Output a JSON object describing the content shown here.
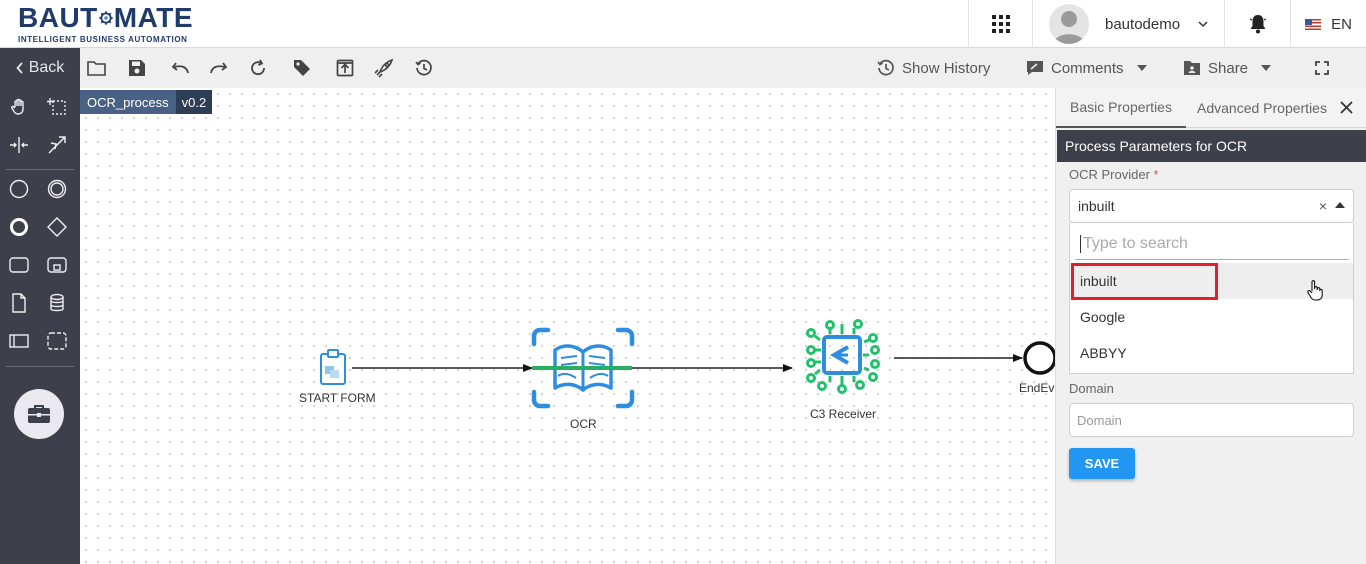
{
  "brand": {
    "name_part1": "BAUT",
    "name_part2": "MATE",
    "tagline": "INTELLIGENT BUSINESS AUTOMATION",
    "color": "#1f3b6b"
  },
  "header": {
    "apps_icon": "grid-icon",
    "username": "bautodemo",
    "notification_icon": "bell-icon",
    "language": "EN"
  },
  "leftbar": {
    "back_label": "Back",
    "tools": [
      "hand-tool",
      "lasso-select",
      "space-tool",
      "connect-tool",
      "start-event",
      "intermediate-event",
      "end-event",
      "gateway",
      "task",
      "subprocess",
      "data-object",
      "data-store",
      "pool",
      "group"
    ],
    "toolbox_icon": "briefcase-icon"
  },
  "toolbar": {
    "icons": [
      "folder-open",
      "save",
      "undo",
      "redo",
      "refresh",
      "tag",
      "upload",
      "deploy-rocket",
      "history-clock"
    ],
    "show_history": "Show History",
    "comments": "Comments",
    "share": "Share",
    "fullscreen_icon": "fullscreen-icon"
  },
  "canvas": {
    "process_name": "OCR_process",
    "version": "v0.2",
    "nodes": [
      {
        "id": "start",
        "label": "START FORM"
      },
      {
        "id": "ocr",
        "label": "OCR"
      },
      {
        "id": "c3",
        "label": "C3 Receiver"
      },
      {
        "id": "end",
        "label": "EndEvent"
      }
    ]
  },
  "panel": {
    "tabs": [
      "Basic Properties",
      "Advanced Properties"
    ],
    "active_tab": 0,
    "section_title": "Process Parameters for OCR",
    "ocr_provider_label": "OCR Provider",
    "required_mark": "*",
    "ocr_provider_value": "inbuilt",
    "clear_symbol": "×",
    "search_placeholder": "Type to search",
    "options": [
      "inbuilt",
      "Google",
      "ABBYY"
    ],
    "highlighted_option": 0,
    "domain_label": "Domain",
    "domain_placeholder": "Domain",
    "save_label": "SAVE",
    "accent_color": "#2196f3",
    "highlight_border": "#e0202a"
  }
}
